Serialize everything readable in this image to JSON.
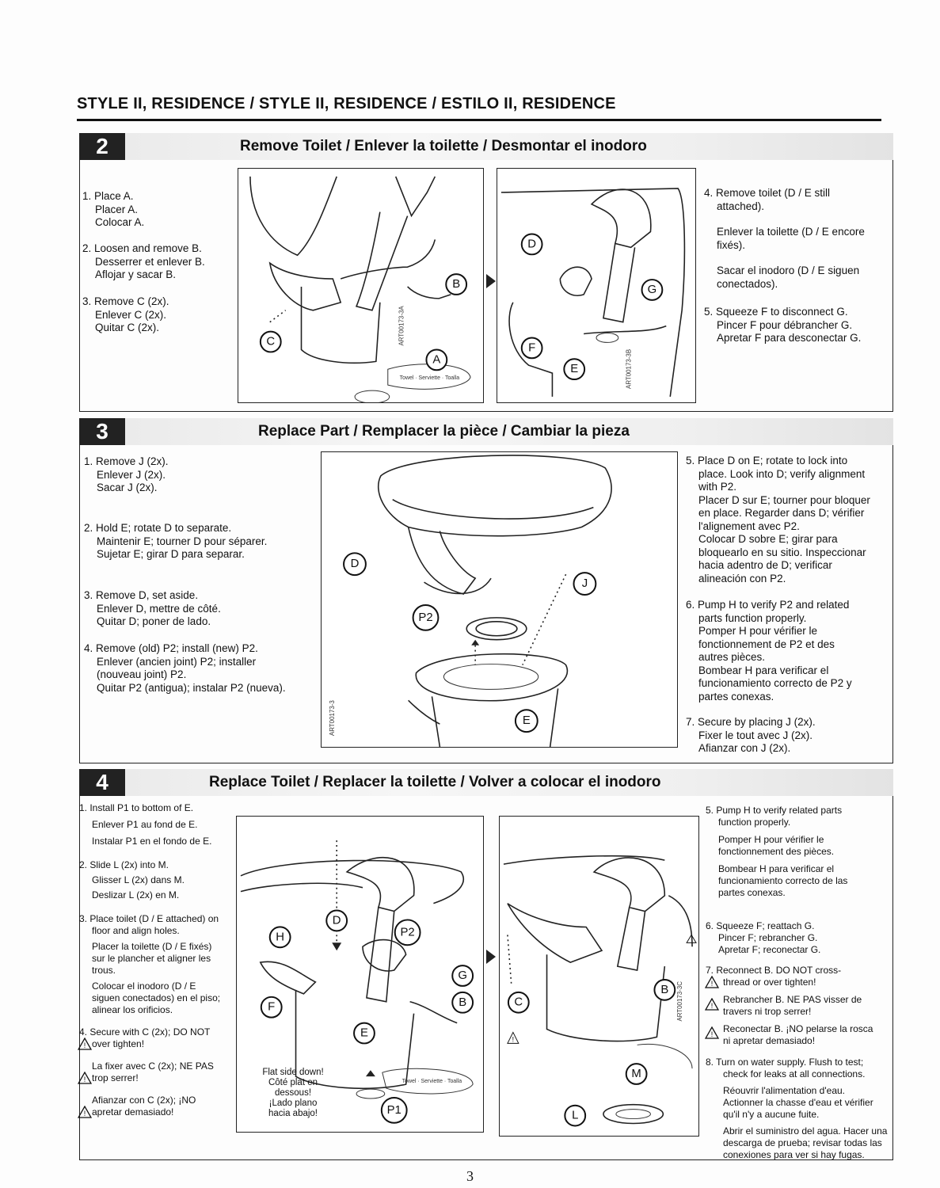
{
  "page_title": "STYLE II, RESIDENCE / STYLE II, RESIDENCE / ESTILO II, RESIDENCE",
  "page_number": "3",
  "sections": [
    {
      "number": "2",
      "title": "Remove Toilet / Enlever la toilette / Desmontar el inodoro",
      "left_steps": [
        [
          "1. Place A.",
          "Placer A.",
          "Colocar A."
        ],
        [
          "2. Loosen and remove B.",
          "Desserrer et enlever B.",
          "Aflojar y sacar B."
        ],
        [
          "3. Remove C (2x).",
          "Enlever C (2x).",
          "Quitar C (2x)."
        ]
      ],
      "right_steps": [
        [
          "4. Remove toilet (D / E still",
          "attached).",
          "Enlever la toilette (D / E encore",
          "fixés).",
          "Sacar el inodoro (D / E siguen",
          "conectados)."
        ],
        [
          "5. Squeeze F to disconnect G.",
          "Pincer F pour débrancher G.",
          "Apretar F para desconectar G."
        ]
      ],
      "figure1": {
        "callouts": [
          "B",
          "C",
          "A"
        ],
        "art_id": "ART00173-3A",
        "towel_text": "Towel · Serviette · Toalla"
      },
      "figure2": {
        "callouts": [
          "D",
          "G",
          "F",
          "E"
        ],
        "art_id": "ART00173-3B"
      }
    },
    {
      "number": "3",
      "title": "Replace Part / Remplacer la pièce / Cambiar la pieza",
      "left_steps": [
        [
          "1. Remove J (2x).",
          "Enlever J (2x).",
          "Sacar J (2x)."
        ],
        [
          "2. Hold E; rotate D to separate.",
          "Maintenir E; tourner D pour séparer.",
          "Sujetar E; girar D para separar."
        ],
        [
          "3. Remove D, set aside.",
          "Enlever D, mettre de côté.",
          "Quitar D; poner de lado."
        ],
        [
          "4. Remove (old) P2; install (new) P2.",
          "Enlever (ancien joint) P2; installer",
          "(nouveau joint) P2.",
          "Quitar P2 (antigua); instalar P2 (nueva)."
        ]
      ],
      "right_steps": [
        [
          "5. Place D on E; rotate to lock into",
          "place. Look into D; verify alignment",
          "with P2.",
          "Placer D sur E; tourner pour bloquer",
          "en place. Regarder dans D; vérifier",
          "l'alignement avec P2.",
          "Colocar D sobre E; girar para",
          "bloquearlo en su sitio. Inspeccionar",
          "hacia adentro de D; verificar",
          "alineación con P2."
        ],
        [
          "6. Pump H to verify P2 and related",
          "parts function properly.",
          "Pomper H pour vérifier le",
          "fonctionnement de P2 et des",
          "autres pièces.",
          "Bombear H para verificar el",
          "funcionamiento correcto de P2 y",
          "partes conexas."
        ],
        [
          "7. Secure by placing J (2x).",
          "Fixer le tout avec J (2x).",
          "Afianzar con J (2x)."
        ]
      ],
      "figure": {
        "callouts": [
          "D",
          "J",
          "P2",
          "E"
        ],
        "art_id": "ART00173-3"
      }
    },
    {
      "number": "4",
      "title": "Replace Toilet / Replacer la toilette / Volver a colocar el inodoro",
      "left_steps": [
        [
          "1. Install P1 to bottom of E.",
          "Enlever P1 au fond de E.",
          "Instalar P1 en el fondo de E."
        ],
        [
          "2. Slide L (2x) into M.",
          "Glisser L (2x) dans M.",
          "Deslizar L (2x) en M."
        ],
        [
          "3. Place toilet (D / E attached) on",
          "floor and align holes.",
          "Placer la toilette (D / E fixés)",
          "sur le plancher et aligner les",
          "trous.",
          "Colocar el inodoro (D / E",
          "siguen conectados) en el piso;",
          "alinear los orificios."
        ],
        [
          "4. Secure with C (2x); DO NOT",
          "over tighten!",
          "La fixer avec C (2x); NE PAS",
          "trop serrer!",
          "Afianzar con C (2x); ¡NO",
          "apretar demasiado!"
        ]
      ],
      "right_steps": [
        [
          "5. Pump H to verify related parts",
          "function properly.",
          "Pomper H pour vérifier le",
          "fonctionnement des pièces.",
          "Bombear H para verificar el",
          "funcionamiento correcto de las",
          "partes conexas."
        ],
        [
          "6. Squeeze F; reattach G.",
          "Pincer F; rebrancher G.",
          "Apretar F; reconectar G."
        ],
        [
          "7. Reconnect B. DO NOT cross-",
          "thread or over tighten!",
          "Rebrancher B. NE PAS visser de",
          "travers ni trop serrer!",
          "Reconectar B. ¡NO pelarse la rosca",
          "ni apretar demasiado!"
        ],
        [
          "8. Turn on water supply. Flush to test;",
          "check for leaks at all connections.",
          "Réouvrir l'alimentation d'eau.",
          "Actionner la chasse d'eau et vérifier",
          "qu'il n'y a aucune fuite.",
          "Abrir el suministro del agua. Hacer una",
          "descarga de prueba; revisar todas las",
          "conexiones para ver si hay fugas."
        ]
      ],
      "figure1": {
        "callouts": [
          "D",
          "H",
          "P2",
          "G",
          "F",
          "B",
          "E",
          "P1"
        ],
        "flat_side": [
          "Flat side down!",
          "Côté plat en",
          "dessous!",
          "¡Lado plano",
          "hacia abajo!"
        ],
        "towel_text": "Towel · Serviette · Toalla"
      },
      "figure2": {
        "callouts": [
          "C",
          "B",
          "M",
          "L"
        ],
        "art_id": "ART00173-3C"
      }
    }
  ]
}
